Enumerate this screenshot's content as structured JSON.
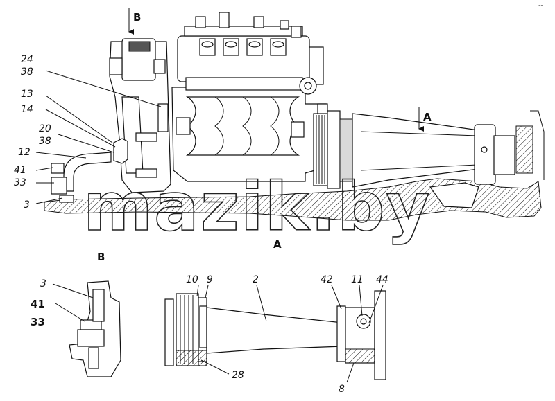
{
  "watermark": "mazik.by",
  "views": {
    "section_a_arrow": "A",
    "section_b_arrow": "B",
    "view_a_title": "A",
    "view_b_title": "B"
  },
  "callouts_main": {
    "c24": "24",
    "c38a": "38",
    "c13": "13",
    "c14": "14",
    "c20": "20",
    "c38b": "38",
    "c12": "12",
    "c41": "41",
    "c33": "33",
    "c3": "3"
  },
  "callouts_view_b": {
    "c3": "3",
    "c41": "41",
    "c33": "33"
  },
  "callouts_view_a": {
    "c10": "10",
    "c9": "9",
    "c2": "2",
    "c42": "42",
    "c11": "11",
    "c44": "44",
    "c28": "28",
    "c8": "8"
  },
  "corner_mark": "--"
}
